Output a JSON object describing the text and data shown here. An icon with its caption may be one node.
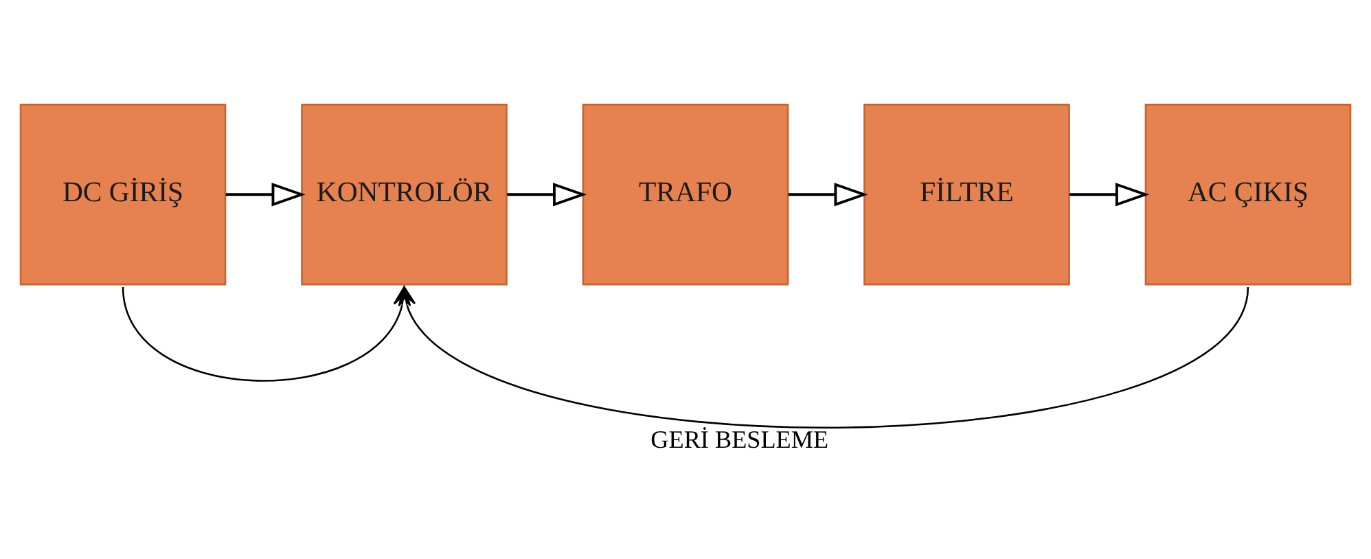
{
  "diagram": {
    "nodes": [
      {
        "text": [
          "DC GİRİŞ"
        ]
      },
      {
        "text": [
          "KONTROLÖR"
        ]
      },
      {
        "text": [
          "TRAFO"
        ]
      },
      {
        "text": [
          "FİLTRE"
        ]
      },
      {
        "text": [
          "AC ÇIKIŞ"
        ]
      }
    ],
    "edges": [
      {
        "from": 0,
        "to": 1,
        "arrow": "to"
      },
      {
        "from": 1,
        "to": 2,
        "arrow": "to"
      },
      {
        "from": 2,
        "to": 3,
        "arrow": "to"
      },
      {
        "from": 3,
        "to": 4,
        "arrow": "to"
      },
      {
        "from": 4,
        "to": 1,
        "arrow": "to",
        "label": "GERİ BESLEME"
      },
      {
        "from": 0,
        "to": 1,
        "arrow": "to"
      }
    ]
  }
}
